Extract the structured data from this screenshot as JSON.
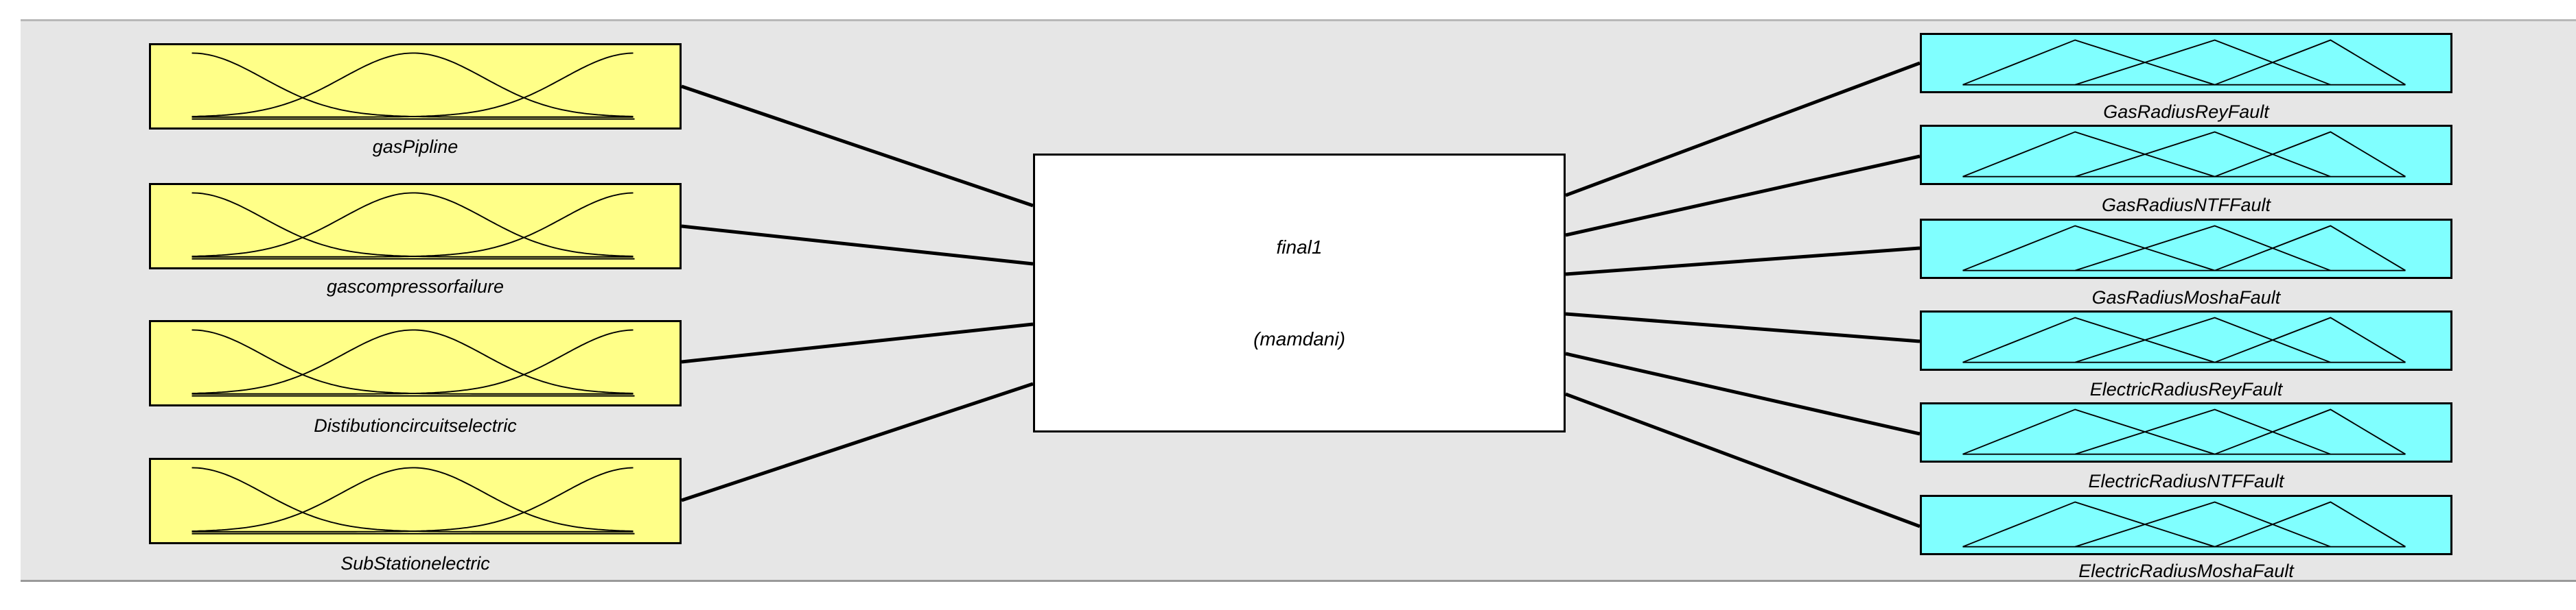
{
  "system": {
    "name": "final1",
    "type": "(mamdani)"
  },
  "inputs": [
    {
      "label": "gasPipline"
    },
    {
      "label": "gascompressorfailure"
    },
    {
      "label": "Distibutioncircuitselectric"
    },
    {
      "label": "SubStationelectric"
    }
  ],
  "outputs": [
    {
      "label": "GasRadiusReyFault"
    },
    {
      "label": "GasRadiusNTFFault"
    },
    {
      "label": "GasRadiusMoshaFault"
    },
    {
      "label": "ElectricRadiusReyFault"
    },
    {
      "label": "ElectricRadiusNTFFault"
    },
    {
      "label": "ElectricRadiusMoshaFault"
    }
  ],
  "colors": {
    "input_fill": "#ffff88",
    "output_fill": "#80ffff",
    "system_fill": "#ffffff",
    "background": "#e6e6e6"
  }
}
